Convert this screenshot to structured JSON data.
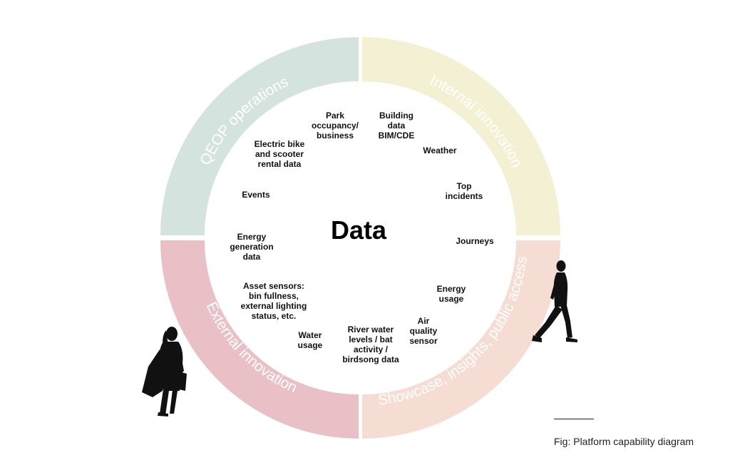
{
  "center": {
    "label": "Data"
  },
  "quadrants": [
    {
      "id": "qeop",
      "label": "QEOP operations",
      "color": "#d5e3df"
    },
    {
      "id": "internal",
      "label": "Internal innovation",
      "color": "#f3f0d3"
    },
    {
      "id": "showcase",
      "label": "Showcase, insights, public access",
      "color": "#f5ddd3"
    },
    {
      "id": "external",
      "label": "External innovation",
      "color": "#e9c0c6"
    }
  ],
  "items": [
    {
      "id": "park-occupancy",
      "lines": [
        "Park",
        "occupancy/",
        "business"
      ]
    },
    {
      "id": "building-data",
      "lines": [
        "Building",
        "data",
        "BIM/CDE"
      ]
    },
    {
      "id": "weather",
      "lines": [
        "Weather"
      ]
    },
    {
      "id": "top-incidents",
      "lines": [
        "Top",
        "incidents"
      ]
    },
    {
      "id": "journeys",
      "lines": [
        "Journeys"
      ]
    },
    {
      "id": "energy-usage",
      "lines": [
        "Energy",
        "usage"
      ]
    },
    {
      "id": "air-quality",
      "lines": [
        "Air",
        "quality",
        "sensor"
      ]
    },
    {
      "id": "river-water",
      "lines": [
        "River water",
        "levels / bat",
        "activity /",
        "birdsong data"
      ]
    },
    {
      "id": "water-usage",
      "lines": [
        "Water",
        "usage"
      ]
    },
    {
      "id": "asset-sensors",
      "lines": [
        "Asset sensors:",
        "bin fullness,",
        "external lighting",
        "status, etc."
      ]
    },
    {
      "id": "energy-generation",
      "lines": [
        "Energy",
        "generation",
        "data"
      ]
    },
    {
      "id": "events",
      "lines": [
        "Events"
      ]
    },
    {
      "id": "electric-bike",
      "lines": [
        "Electric bike",
        "and scooter",
        "rental data"
      ]
    }
  ],
  "caption": "Fig: Platform capability diagram"
}
